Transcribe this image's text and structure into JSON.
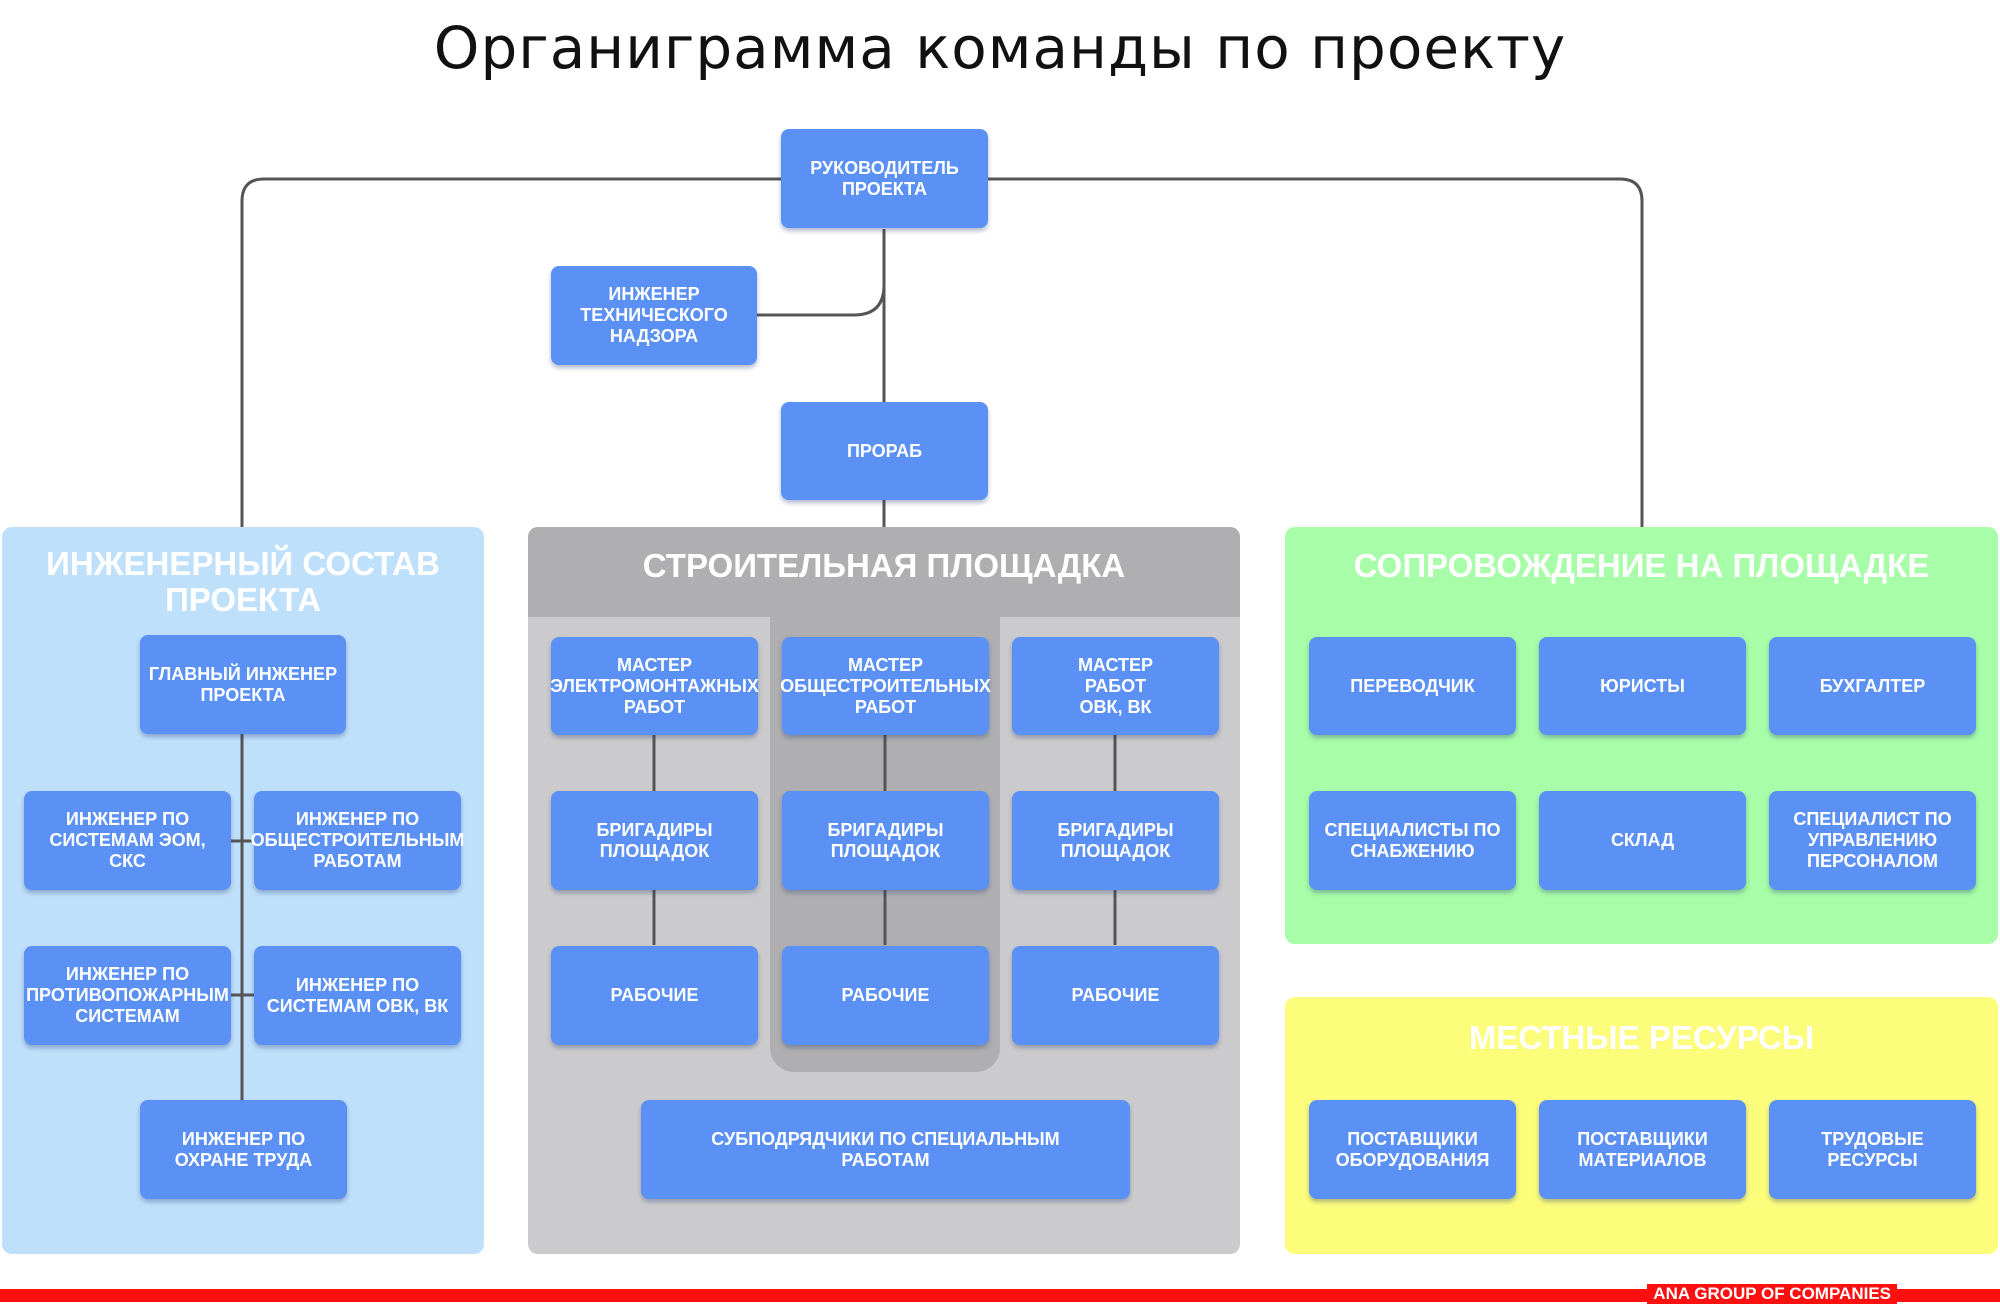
{
  "title": "Органиграмма команды по проекту",
  "colors": {
    "box": "#5b91f4",
    "line": "#555555",
    "engineering_panel": "#bfe0fb",
    "site_panel": "#cbcbcd",
    "site_header": "#afafb1",
    "support_panel": "#a8fea8",
    "local_panel": "#fdfd7c",
    "footer": "#ff1010"
  },
  "top": {
    "manager": "Руководитель\nпроекта",
    "supervision": "Инженер\nтехнического\nнадзора",
    "foreman": "Прораб"
  },
  "engineering": {
    "title": "Инженерный состав\nпроекта",
    "chief": "Главный инженер\nпроекта",
    "eom": "Инженер по\nсистемам ЭОМ,\nСКС",
    "general_works": "Инженер по\nобщестроительным\nработам",
    "fire": "Инженер по\nпротивопожарным\nсистемам",
    "hvac": "Инженер по\nсистемам ОВК, ВК",
    "safety": "Инженер по\nохране труда"
  },
  "site": {
    "title": "Строительная площадка",
    "master_electric": "Мастер\nэлектромонтажных\nработ",
    "master_general": "Мастер\nобщестроительных\nработ",
    "master_hvac": "Мастер\nработ\nОВК, ВК",
    "brigadiers": "Бригадиры\nплощадок",
    "workers": "Рабочие",
    "subcontractors": "Субподрядчики по специальным\nработам"
  },
  "support": {
    "title": "Сопровождение на площадке",
    "translator": "Переводчик",
    "lawyers": "Юристы",
    "accountant": "Бухгалтер",
    "procurement": "Специалисты по\nснабжению",
    "warehouse": "Склад",
    "hr": "Специалист по\nуправлению\nперсоналом"
  },
  "local": {
    "title": "Местные ресурсы",
    "equipment": "Поставщики\nоборудования",
    "materials": "Поставщики\nматериалов",
    "labor": "Трудовые\nресурсы"
  },
  "footer": "ANA GROUP OF COMPANIES"
}
